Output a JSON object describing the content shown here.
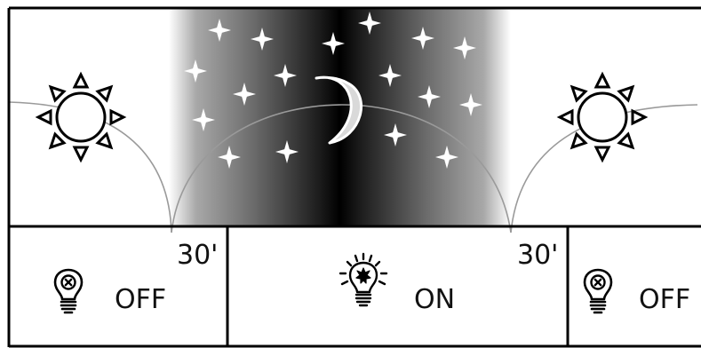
{
  "diagram": {
    "transition_labels": [
      "30'",
      "30'"
    ],
    "panels": [
      {
        "state": "OFF",
        "icon": "bulb-off-icon"
      },
      {
        "state": "ON",
        "icon": "bulb-on-icon"
      },
      {
        "state": "OFF",
        "icon": "bulb-off-icon"
      }
    ],
    "sky_icons": [
      "sun-icon",
      "moon-icon",
      "star-icon",
      "sun-icon"
    ],
    "colors": {
      "night": "#000000",
      "day": "#ffffff",
      "border": "#000000"
    }
  }
}
